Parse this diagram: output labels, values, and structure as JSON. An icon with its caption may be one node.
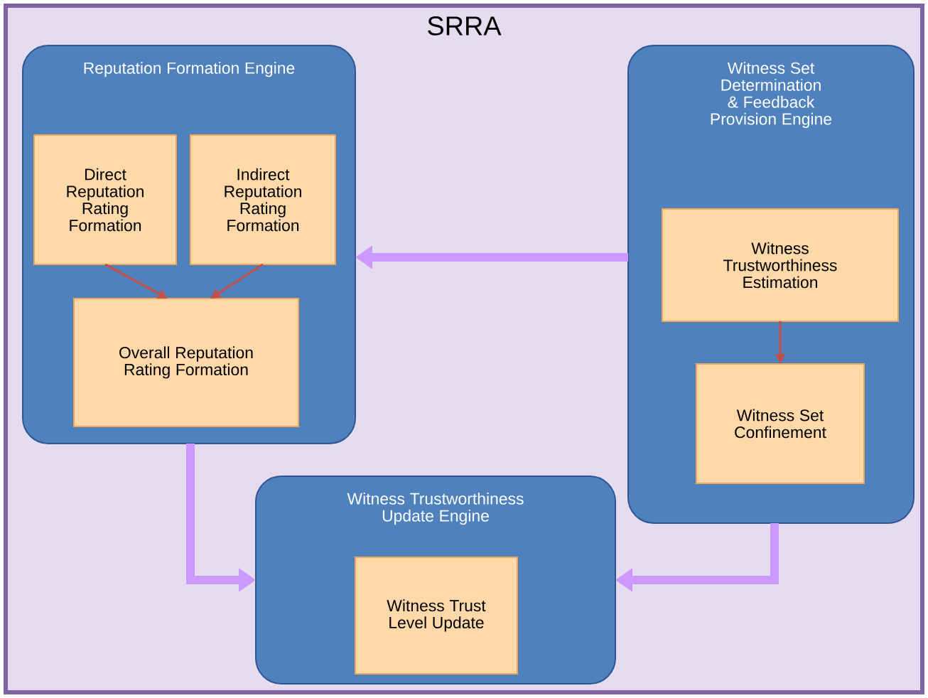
{
  "diagram": {
    "nodes": [
      {
        "text": [
          "SRRA"
        ]
      },
      {
        "text": [
          "Reputation Formation Engine"
        ],
        "in": 0
      },
      {
        "text": [
          "Direct Reputation Rating Formation"
        ],
        "in": 1
      },
      {
        "text": [
          "Indirect Reputation Rating Formation"
        ],
        "in": 1
      },
      {
        "text": [
          "Overall Reputation Rating Formation"
        ],
        "in": 1
      },
      {
        "text": [
          "Witness Set Determination & Feedback Provision Engine"
        ],
        "in": 0
      },
      {
        "text": [
          "Witness Trustworthiness Estimation"
        ],
        "in": 5
      },
      {
        "text": [
          "Witness Set Confinement"
        ],
        "in": 5
      },
      {
        "text": [
          "Witness Trustworthiness Update Engine"
        ],
        "in": 0
      },
      {
        "text": [
          "Witness Trust Level Update"
        ],
        "in": 8
      }
    ],
    "edges": [
      {
        "from": 2,
        "to": 4,
        "arrow": "to"
      },
      {
        "from": 3,
        "to": 4,
        "arrow": "to"
      },
      {
        "from": 6,
        "to": 7,
        "arrow": "to"
      },
      {
        "from": 5,
        "to": 1,
        "arrow": "to",
        "style": "thick",
        "color": "#cc99ff"
      },
      {
        "from": 1,
        "to": 8,
        "arrow": "to",
        "style": "thick",
        "color": "#cc99ff"
      },
      {
        "from": 5,
        "to": 8,
        "arrow": "to",
        "style": "thick",
        "color": "#cc99ff"
      }
    ]
  }
}
